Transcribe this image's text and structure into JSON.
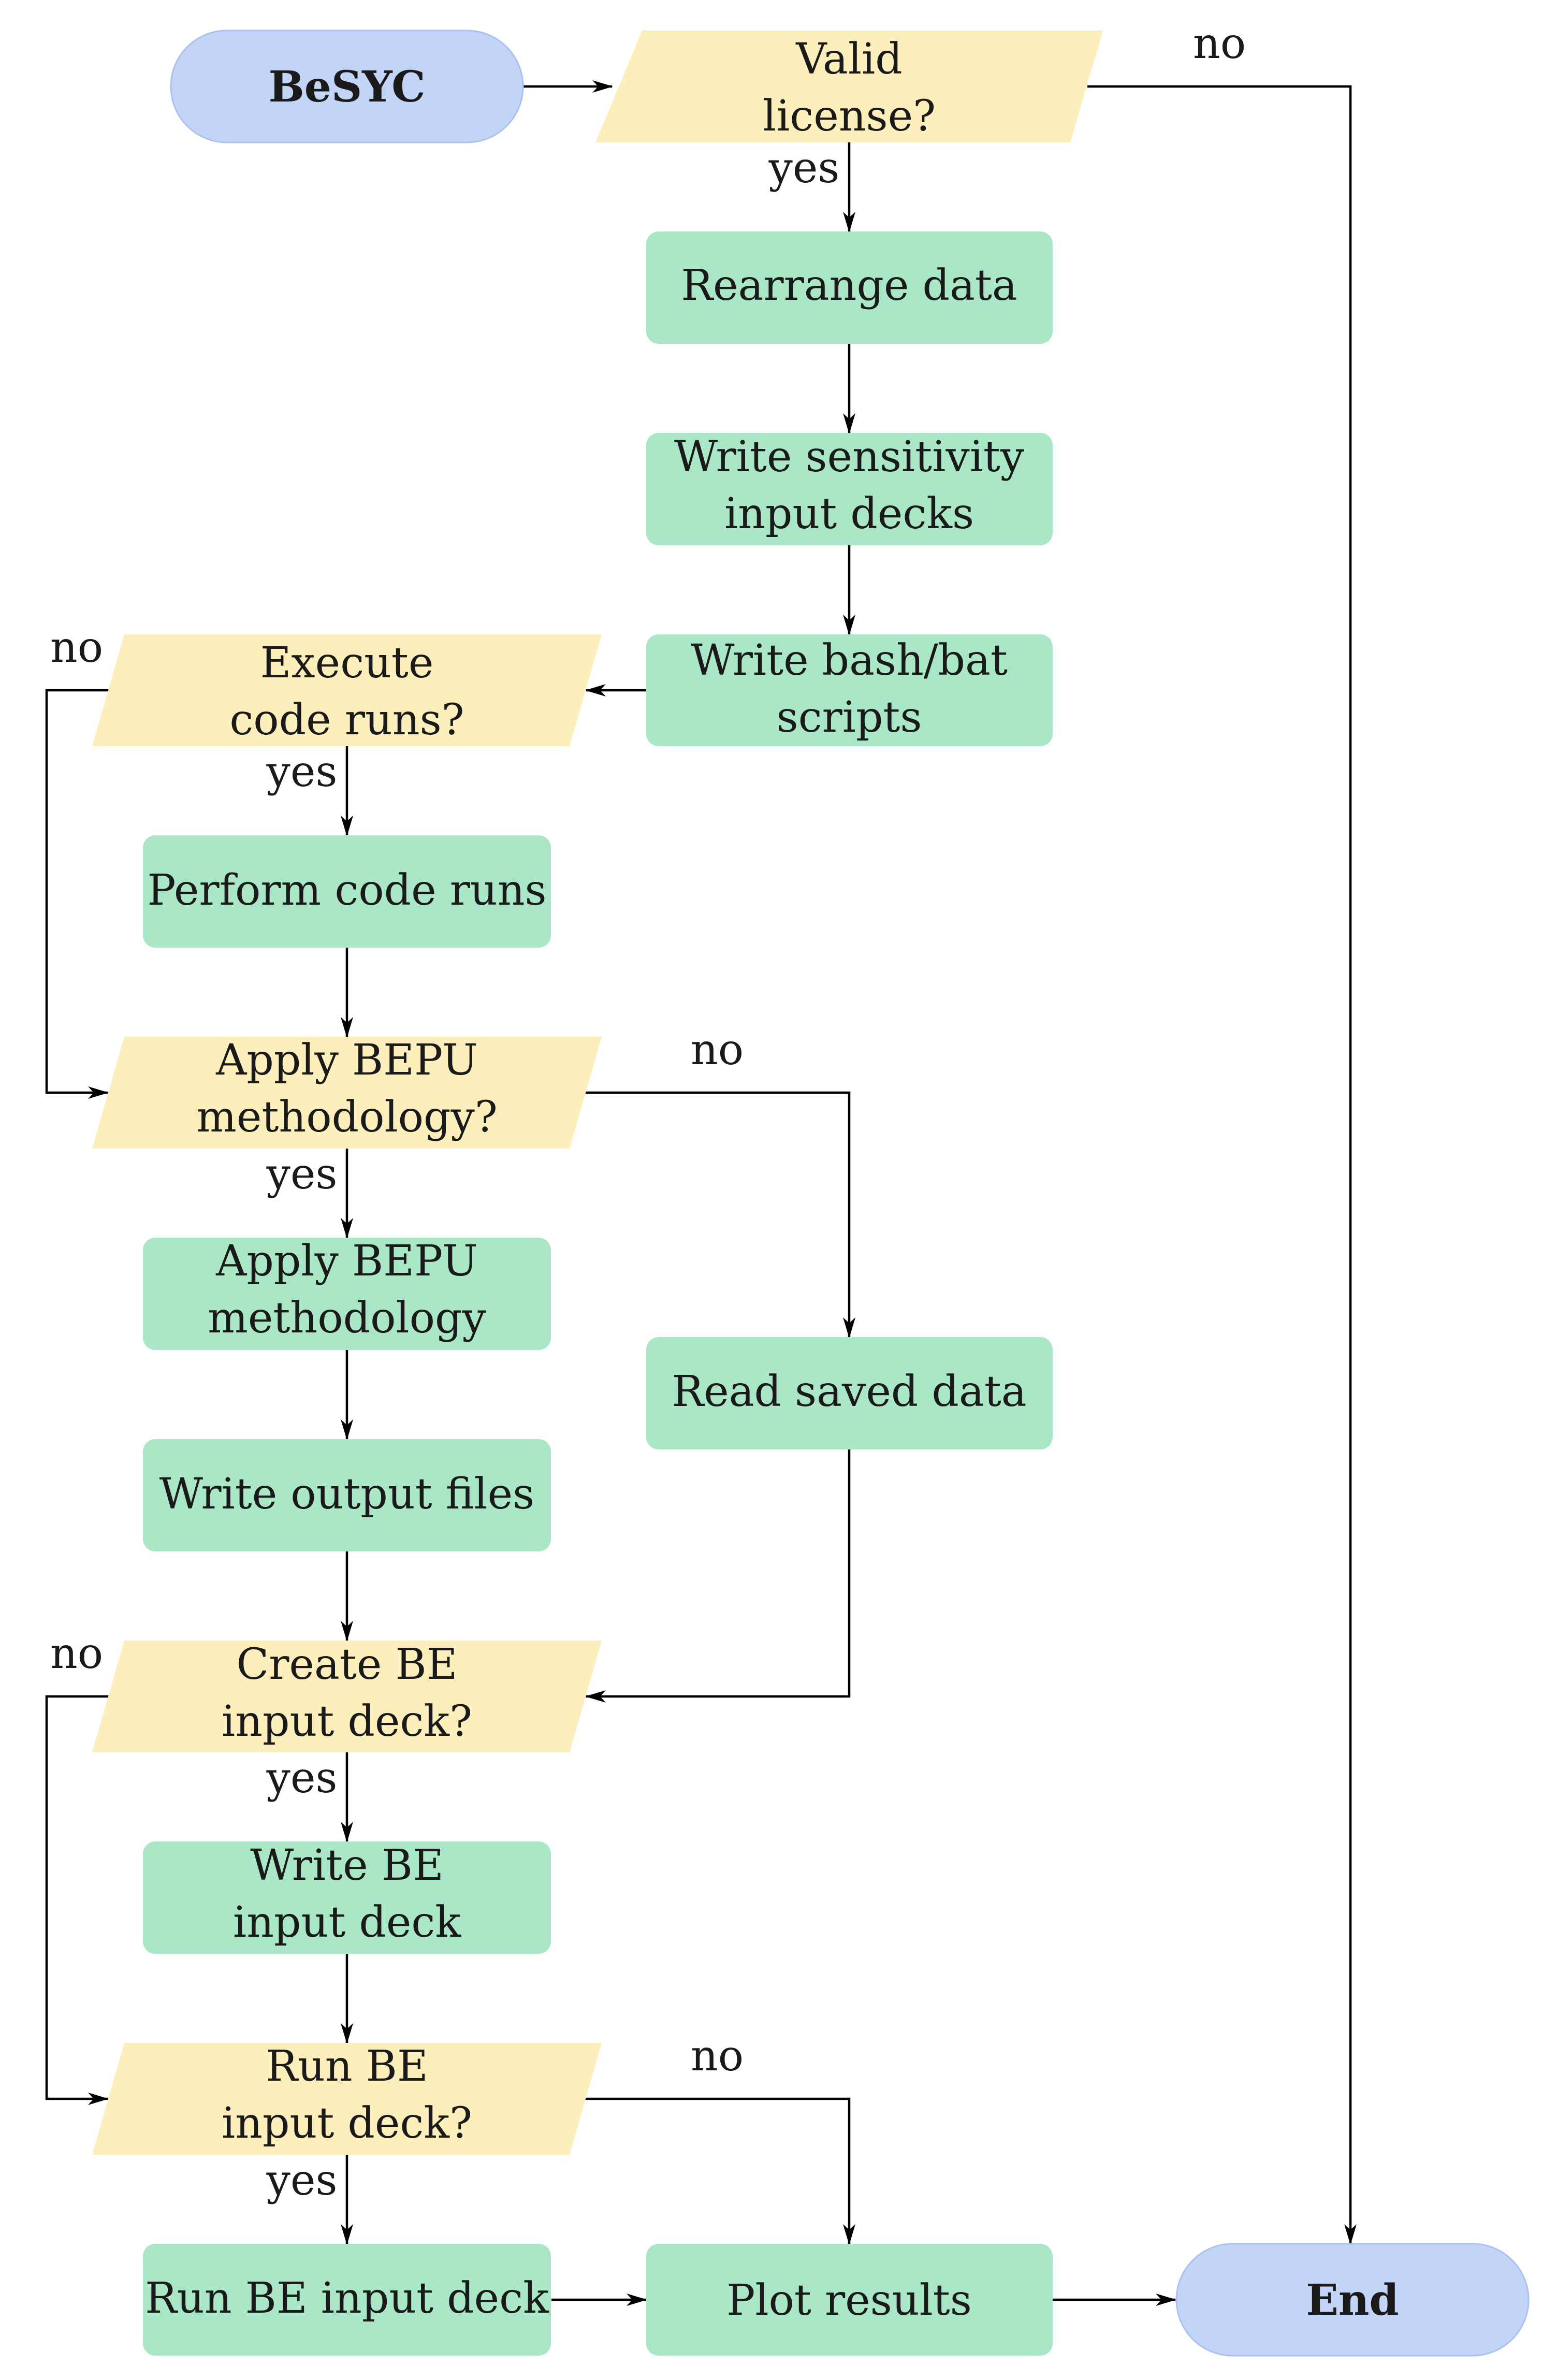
{
  "colors": {
    "terminal_fill": "#c3d5f7",
    "terminal_stroke": "#aac2ef",
    "decision_fill": "#fdefbb",
    "process_fill": "#a9e7c6",
    "line": "#000000"
  },
  "nodes": {
    "start": {
      "label": "BeSYC"
    },
    "valid_license": {
      "line1": "Valid",
      "line2": "license?"
    },
    "rearrange_data": {
      "label": "Rearrange data"
    },
    "write_sensitivity": {
      "line1": "Write sensitivity",
      "line2": "input decks"
    },
    "write_bash": {
      "line1": "Write bash/bat",
      "line2": "scripts"
    },
    "execute_code_runs": {
      "line1": "Execute",
      "line2": "code runs?"
    },
    "perform_code_runs": {
      "label": "Perform code runs"
    },
    "apply_bepu_q": {
      "line1": "Apply BEPU",
      "line2": "methodology?"
    },
    "apply_bepu": {
      "line1": "Apply BEPU",
      "line2": "methodology"
    },
    "read_saved_data": {
      "label": "Read saved data"
    },
    "write_output_files": {
      "label": "Write output files"
    },
    "create_be_q": {
      "line1": "Create BE",
      "line2": "input deck?"
    },
    "write_be_input": {
      "line1": "Write BE",
      "line2": "input deck"
    },
    "run_be_q": {
      "line1": "Run BE",
      "line2": "input deck?"
    },
    "run_be_input": {
      "label": "Run BE input deck"
    },
    "plot_results": {
      "label": "Plot results"
    },
    "end": {
      "label": "End"
    }
  },
  "edges": {
    "license_no": "no",
    "license_yes": "yes",
    "execute_no": "no",
    "execute_yes": "yes",
    "bepu_no": "no",
    "bepu_yes": "yes",
    "create_no": "no",
    "create_yes": "yes",
    "run_no": "no",
    "run_yes": "yes"
  }
}
